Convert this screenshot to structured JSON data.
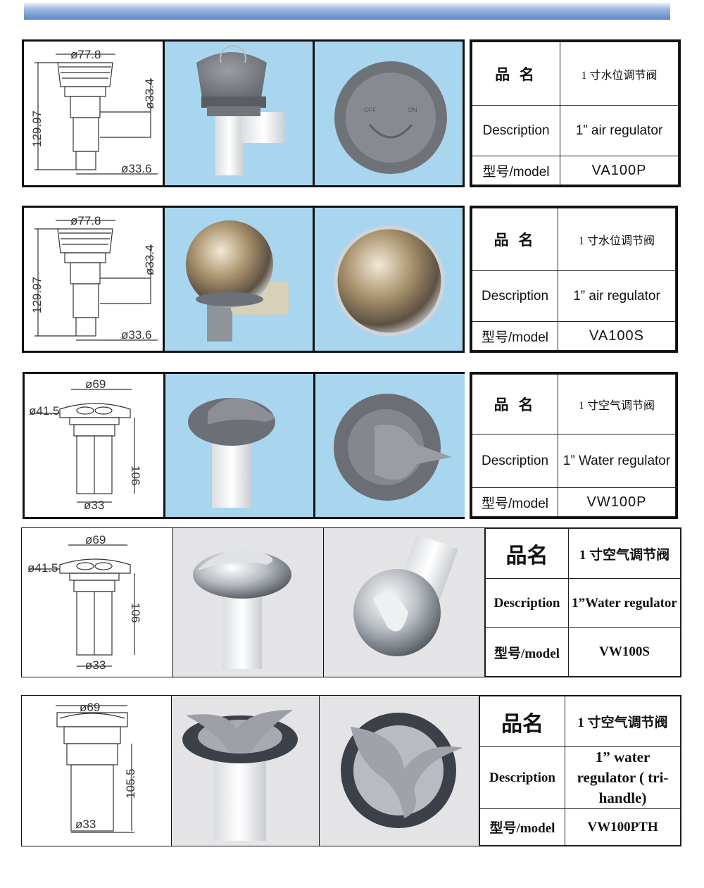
{
  "products": [
    {
      "dims": {
        "top": "ø77.8",
        "height": "129.97",
        "side": "ø33.4",
        "bottom": "ø33.6"
      },
      "name_label": "品 名",
      "name_value": "1 寸水位调节阀",
      "desc_label": "Description",
      "desc_value": "1” air regulator",
      "model_label": "型号/model",
      "model_value": "VA100P",
      "finish": "grey",
      "icons": [
        "air-valve-drawing-icon",
        "grey-air-valve-photo-icon",
        "grey-cap-top-photo-icon"
      ],
      "cap_marks": [
        "OFF",
        "ON"
      ]
    },
    {
      "dims": {
        "top": "ø77.8",
        "height": "129.97",
        "side": "ø33.4",
        "bottom": "ø33.6"
      },
      "name_label": "品 名",
      "name_value": "1 寸水位调节阀",
      "desc_label": "Description",
      "desc_value": "1” air regulator",
      "model_label": "型号/model",
      "model_value": "VA100S",
      "finish": "chrome",
      "icons": [
        "air-valve-drawing-icon",
        "chrome-air-valve-photo-icon",
        "chrome-cap-top-photo-icon"
      ]
    },
    {
      "dims": {
        "top": "ø69",
        "left": "ø41.5",
        "height": "106",
        "bottom": "ø33"
      },
      "name_label": "品 名",
      "name_value": "1 寸空气调节阀",
      "desc_label": "Description",
      "desc_value": "1” Water regulator",
      "model_label": "型号/model",
      "model_value": "VW100P",
      "finish": "grey",
      "icons": [
        "water-valve-drawing-icon",
        "grey-water-valve-photo-icon",
        "grey-handle-top-photo-icon"
      ]
    },
    {
      "dims": {
        "top": "ø69",
        "left": "ø41.5",
        "height": "106",
        "bottom": "ø33"
      },
      "name_label": "品名",
      "name_value": "1 寸空气调节阀",
      "desc_label": "Description",
      "desc_value": "1”Water regulator",
      "model_label": "型号/model",
      "model_value": "VW100S",
      "finish": "chrome",
      "icons": [
        "water-valve-drawing-icon",
        "chrome-water-valve-photo-icon",
        "chrome-handle-side-photo-icon"
      ]
    },
    {
      "dims": {
        "top": "ø69",
        "height": "105.5",
        "bottom": "ø33"
      },
      "name_label": "品名",
      "name_value": "1 寸空气调节阀",
      "desc_label": "Description",
      "desc_value": "1” water regulator ( tri-handle)",
      "model_label": "型号/model",
      "model_value": "VW100PTH",
      "finish": "grey",
      "icons": [
        "tri-handle-drawing-icon",
        "tri-handle-valve-photo-icon",
        "tri-handle-top-photo-icon"
      ]
    }
  ],
  "colors": {
    "banner": "#5d88c6",
    "photo_bg": "#a9d6ef",
    "grey_part": "#7c7f84",
    "chrome": "#c9b79a"
  }
}
